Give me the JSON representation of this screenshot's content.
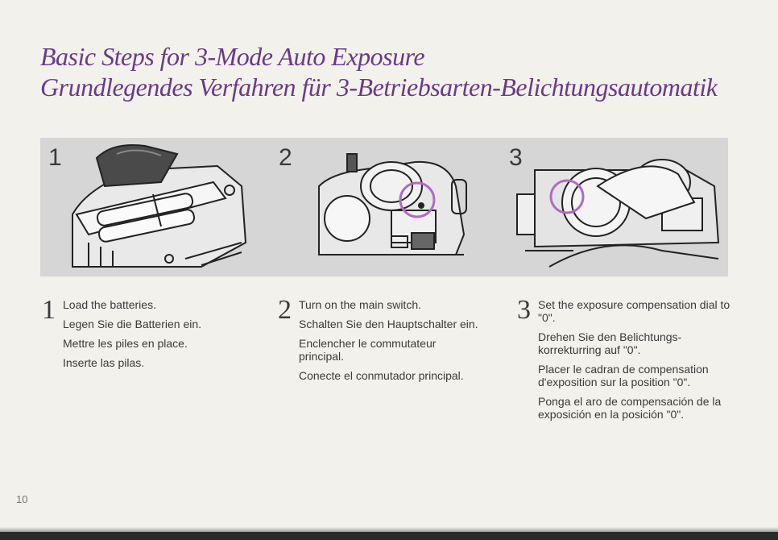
{
  "title": {
    "en": "Basic Steps for 3-Mode Auto Exposure",
    "de": "Grundlegendes Verfahren für 3-Betriebsarten-Belichtungsautomatik"
  },
  "panels": [
    {
      "number": "1"
    },
    {
      "number": "2"
    },
    {
      "number": "3"
    }
  ],
  "steps": [
    {
      "number": "1",
      "lines": [
        "Load the batteries.",
        "Legen Sie die Batterien ein.",
        "Mettre les piles en place.",
        "Inserte las pilas."
      ]
    },
    {
      "number": "2",
      "lines": [
        "Turn on the main switch.",
        "Schalten Sie den Hauptschalter ein.",
        "Enclencher le commutateur principal.",
        "Conecte el conmutador principal."
      ]
    },
    {
      "number": "3",
      "lines": [
        "Set the exposure compensation dial to \"0\".",
        "Drehen Sie den Belichtungs-korrekturring auf \"0\".",
        "Placer le cadran de compensation d'exposition sur la position \"0\".",
        "Ponga el aro de compensación de la exposición en la posición \"0\"."
      ]
    }
  ],
  "page_number": "10",
  "colors": {
    "title": "#6a3a86",
    "highlight_circle": "#b06ac6",
    "panel_bg": "#d7d6d6"
  }
}
